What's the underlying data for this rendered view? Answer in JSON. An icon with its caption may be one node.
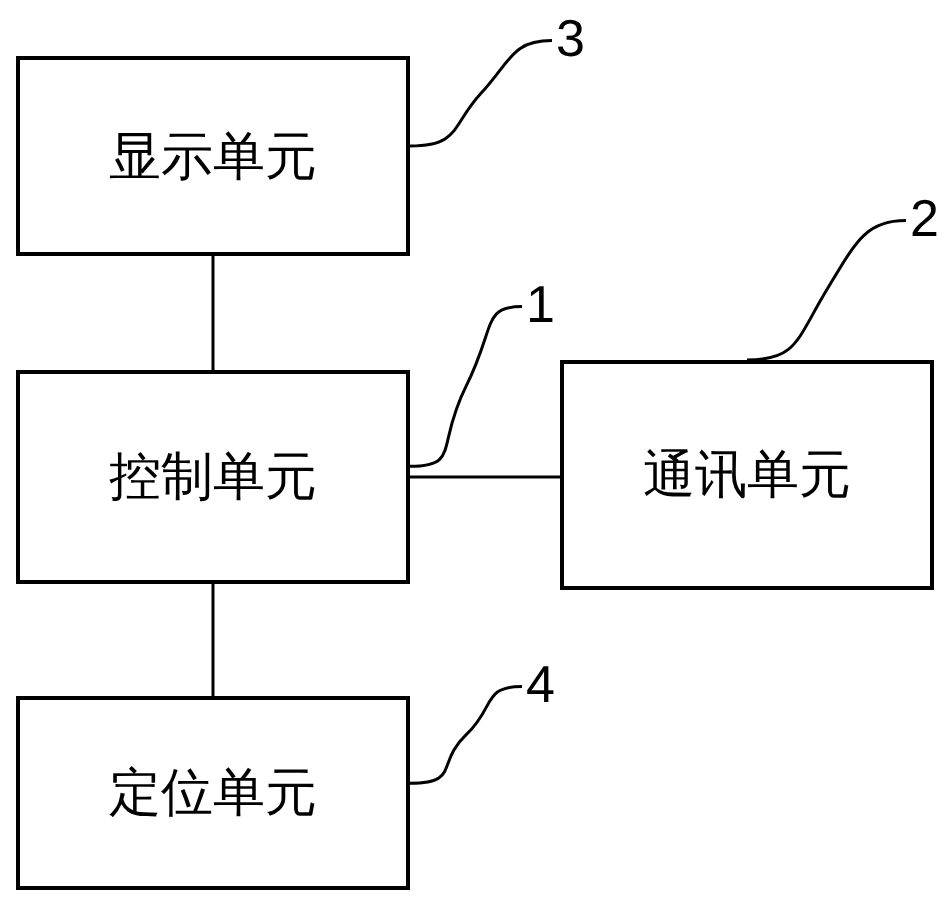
{
  "diagram": {
    "nodes": [
      {
        "text": [
          "显示单元"
        ]
      },
      {
        "text": [
          "控制单元"
        ]
      },
      {
        "text": [
          "通讯单元"
        ]
      },
      {
        "text": [
          "定位单元"
        ]
      },
      {
        "text": [
          "3"
        ]
      },
      {
        "text": [
          "1"
        ]
      },
      {
        "text": [
          "2"
        ]
      },
      {
        "text": [
          "4"
        ]
      }
    ],
    "edges": [
      {
        "from": 0,
        "to": 1,
        "arrow": "none"
      },
      {
        "from": 1,
        "to": 2,
        "arrow": "none"
      },
      {
        "from": 1,
        "to": 3,
        "arrow": "none"
      },
      {
        "from": 4,
        "to": 0,
        "arrow": "none"
      },
      {
        "from": 5,
        "to": 1,
        "arrow": "none"
      },
      {
        "from": 6,
        "to": 2,
        "arrow": "none"
      },
      {
        "from": 7,
        "to": 3,
        "arrow": "none"
      }
    ]
  }
}
